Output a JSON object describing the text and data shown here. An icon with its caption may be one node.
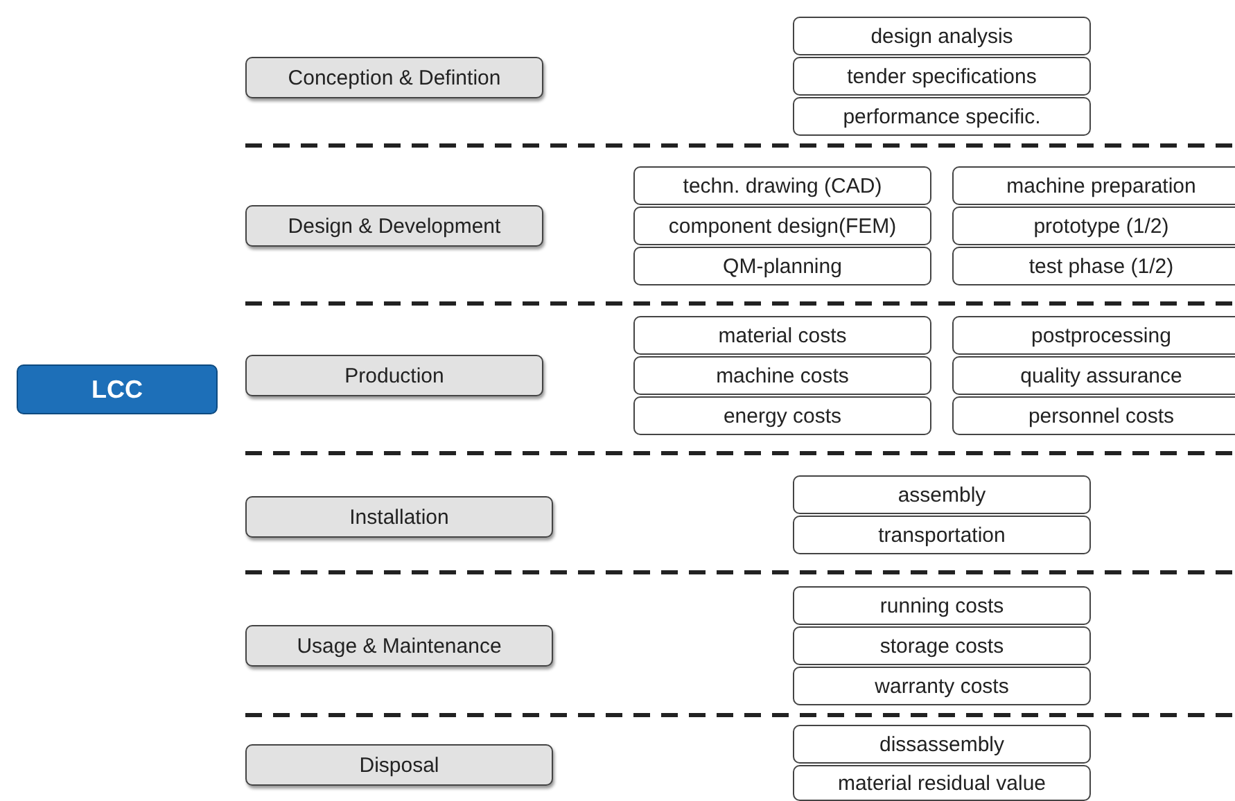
{
  "diagram": {
    "nodes": [
      {
        "text": [
          "LCC"
        ]
      },
      {
        "text": [
          "Conception & Defintion"
        ]
      },
      {
        "text": [
          "design analysis"
        ]
      },
      {
        "text": [
          "tender specifications"
        ]
      },
      {
        "text": [
          "performance specific."
        ]
      },
      {
        "text": [
          "Design & Development"
        ]
      },
      {
        "text": [
          "techn. drawing (CAD)"
        ]
      },
      {
        "text": [
          "machine preparation"
        ]
      },
      {
        "text": [
          "component design(FEM)"
        ]
      },
      {
        "text": [
          "prototype (1/2)"
        ]
      },
      {
        "text": [
          "QM-planning"
        ]
      },
      {
        "text": [
          "test phase (1/2)"
        ]
      },
      {
        "text": [
          "Production"
        ]
      },
      {
        "text": [
          "material costs"
        ]
      },
      {
        "text": [
          "postprocessing"
        ]
      },
      {
        "text": [
          "machine costs"
        ]
      },
      {
        "text": [
          "quality assurance"
        ]
      },
      {
        "text": [
          "energy costs"
        ]
      },
      {
        "text": [
          "personnel costs"
        ]
      },
      {
        "text": [
          "Installation"
        ]
      },
      {
        "text": [
          "assembly"
        ]
      },
      {
        "text": [
          "transportation"
        ]
      },
      {
        "text": [
          "Usage & Maintenance"
        ]
      },
      {
        "text": [
          "running costs"
        ]
      },
      {
        "text": [
          "storage costs"
        ]
      },
      {
        "text": [
          "warranty costs"
        ]
      },
      {
        "text": [
          "Disposal"
        ]
      },
      {
        "text": [
          "dissassembly"
        ]
      },
      {
        "text": [
          "material residual value"
        ]
      }
    ]
  }
}
